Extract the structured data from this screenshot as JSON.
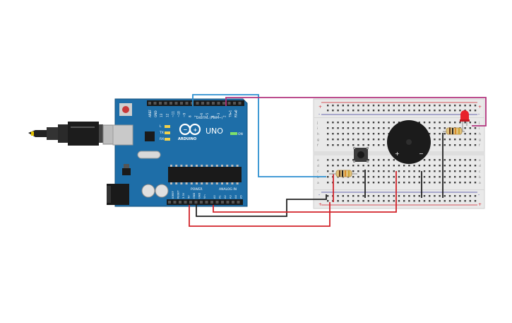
{
  "arduino": {
    "brand": "ARDUINO",
    "model": "UNO",
    "digital_label": "DIGITAL (PWM~)",
    "power_label": "POWER",
    "analog_label": "ANALOG IN",
    "on_label": "ON",
    "led_labels": [
      "L",
      "TX",
      "RX"
    ],
    "digital_pins": [
      "AREF",
      "GND",
      "13",
      "12",
      "~11",
      "~10",
      "~9",
      "8",
      "7",
      "~6",
      "~5",
      "4",
      "~3",
      "2",
      "TX▸1",
      "RX◂0"
    ],
    "power_pins": [
      "IOREF",
      "RESET",
      "3.3V",
      "5V",
      "GND",
      "GND",
      "Vin"
    ],
    "analog_pins": [
      "A0",
      "A1",
      "A2",
      "A3",
      "A4",
      "A5"
    ]
  },
  "breadboard": {
    "row_letters_top": [
      "j",
      "i",
      "h",
      "g",
      "f"
    ],
    "row_letters_bottom": [
      "e",
      "d",
      "c",
      "b",
      "a"
    ],
    "rail_signs": [
      "+",
      "-"
    ]
  },
  "buzzer": {
    "plus_label": "+",
    "minus_label": "−"
  },
  "colors": {
    "board_blue": "#1e6ea8",
    "breadboard": "#e9e9e9",
    "wire_blue": "#2b8fd0",
    "wire_magenta": "#b2347e",
    "wire_red": "#d2232a",
    "wire_black": "#222222",
    "led_red": "#e8212b"
  }
}
